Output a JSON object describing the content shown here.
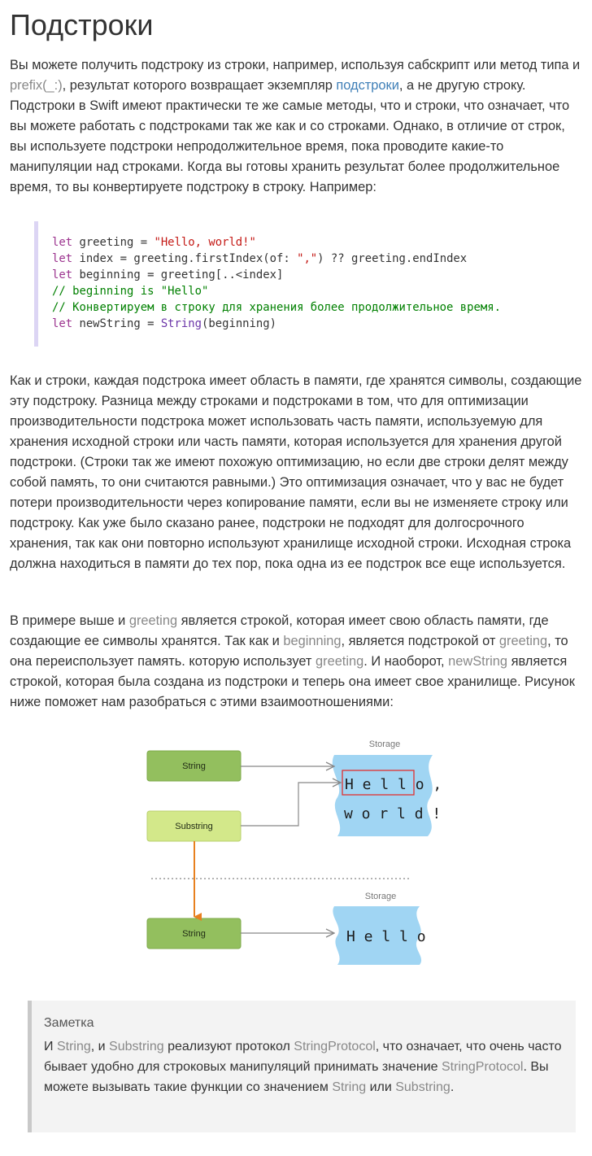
{
  "title": "Подстроки",
  "intro": {
    "t1": "Вы можете получить подстроку из строки, например, используя сабскрипт или метод типа и ",
    "prefix_link": "prefix(_:)",
    "t2": ", результат которого возвращает экземпляр ",
    "substring_link": "подстроки",
    "t3": ", а не другую строку. Подстроки в Swift имеют практически те же самые методы, что и строки, что означает, что вы можете работать с подстроками так же как и со строками. Однако, в отличие от строк, вы используете подстроки непродолжительное время, пока проводите какие-то манипуляции над строками. Когда вы готовы хранить результат более продолжительное время, то вы конвертируете подстроку в строку. Например:"
  },
  "code": {
    "l1": {
      "kw": "let",
      "a": " greeting = ",
      "str": "\"Hello, world!\""
    },
    "l2": {
      "kw": "let",
      "a": " index = greeting.firstIndex(of: ",
      "str": "\",\"",
      "b": ") ?? greeting.endIndex"
    },
    "l3": {
      "kw": "let",
      "a": " beginning = greeting[..<index]"
    },
    "l4": {
      "comment": "// beginning is \"Hello\""
    },
    "l5": {
      "comment": "// Конвертируем в строку для хранения более продолжительное время."
    },
    "l6": {
      "kw": "let",
      "a": " newString = ",
      "type": "String",
      "b": "(beginning)"
    }
  },
  "para2": "Как и строки, каждая подстрока имеет область в памяти, где хранятся символы, создающие эту подстроку. Разница между строками и подстроками в том, что для оптимизации производительности подстрока может использовать часть памяти, используемую для хранения исходной строки или часть памяти, которая используется для хранения другой подстроки. (Строки так же имеют похожую оптимизацию, но если две строки делят между собой память, то они считаются равными.) Это оптимизация означает, что у вас не будет потери производительности через копирование памяти, если вы не изменяете строку или подстроку. Как уже было сказано ранее, подстроки не подходят для долгосрочного хранения, так как они повторно используют хранилище исходной строки. Исходная строка должна находиться в памяти до тех пор, пока одна из ее подстрок все еще используется.",
  "para3": {
    "t1": "В примере выше и ",
    "c1": "greeting",
    "t2": " является строкой, которая имеет свою область памяти, где создающие ее символы хранятся. Так как и ",
    "c2": "beginning",
    "t3": ", является подстрокой от ",
    "c3": "greeting",
    "t4": ", то она переиспользует память. которую использует ",
    "c4": "greeting",
    "t5": ". И наоборот, ",
    "c5": "newString",
    "t6": " является строкой, которая была создана из подстроки и теперь она имеет свое хранилище. Рисунок ниже поможет нам разобраться с этими взаимоотношениями:"
  },
  "diagram": {
    "storage_label_top": "Storage",
    "storage_label_bottom": "Storage",
    "box_string_top": "String",
    "box_substring": "Substring",
    "box_string_bottom": "String",
    "storage_top_line1": "H e l l o ,",
    "storage_top_line2": "w o r l d !",
    "storage_bottom_text": "H e l l o",
    "colors": {
      "string_box": "#93bf5e",
      "substring_box": "#d3e88a",
      "storage": "#a0d5f3",
      "arrow_orange": "#e8801f",
      "highlight": "#e03030"
    }
  },
  "note": {
    "title": "Заметка",
    "t1": "И ",
    "c1": "String",
    "t2": ", и ",
    "c2": "Substring",
    "t3": " реализуют протокол ",
    "c3": "StringProtocol",
    "t4": ", что означает, что очень часто бывает удобно для строковых манипуляций принимать значение ",
    "c4": "StringProtocol",
    "t5": ". Вы можете вызывать такие функции со значением ",
    "c5": "String",
    "t6": " или ",
    "c6": "Substring",
    "t7": "."
  }
}
